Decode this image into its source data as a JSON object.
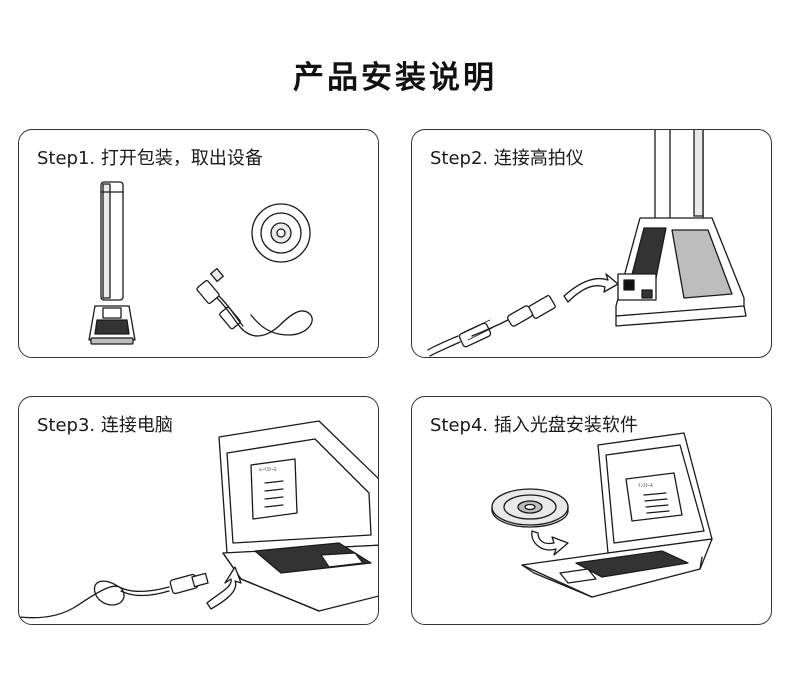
{
  "title": "产品安装说明",
  "steps": [
    {
      "label": "Step1. 打开包装，取出设备"
    },
    {
      "label": "Step2. 连接高拍仪"
    },
    {
      "label": "Step3. 连接电脑"
    },
    {
      "label": "Step4. 插入光盘安装软件"
    }
  ]
}
